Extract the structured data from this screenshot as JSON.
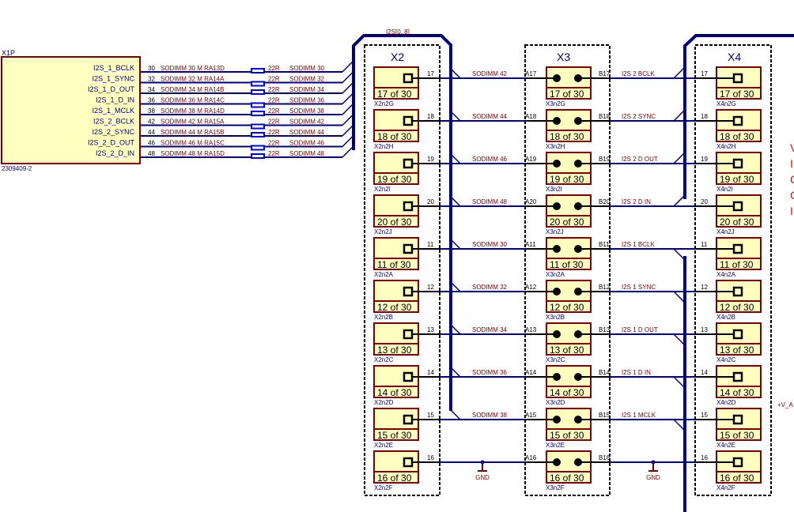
{
  "colors": {
    "wire": "#000080",
    "pin": "#000000",
    "body_fill": "#ffffc0",
    "body_stroke": "#800000",
    "net_label": "#800000",
    "designator": "#000080",
    "warning_text": "#ff0000"
  },
  "x1p": {
    "designator": "X1P",
    "part_number": "2309409-2",
    "pins": [
      {
        "name": "I2S_1_BCLK",
        "num": "30",
        "net": "SODIMM_30_M",
        "res": "RA13D",
        "res_value": "22R",
        "out_net": "SODIMM_30"
      },
      {
        "name": "I2S_1_SYNC",
        "num": "32",
        "net": "SODIMM_32_M",
        "res": "RA14A",
        "res_value": "22R",
        "out_net": "SODIMM_32"
      },
      {
        "name": "I2S_1_D_OUT",
        "num": "34",
        "net": "SODIMM_34_M",
        "res": "RA14B",
        "res_value": "22R",
        "out_net": "SODIMM_34"
      },
      {
        "name": "I2S_1_D_IN",
        "num": "36",
        "net": "SODIMM_36_M",
        "res": "RA14C",
        "res_value": "22R",
        "out_net": "SODIMM_36"
      },
      {
        "name": "I2S_1_MCLK",
        "num": "38",
        "net": "SODIMM_38_M",
        "res": "RA14D",
        "res_value": "22R",
        "out_net": "SODIMM_38"
      },
      {
        "name": "I2S_2_BCLK",
        "num": "42",
        "net": "SODIMM_42_M",
        "res": "RA15A",
        "res_value": "22R",
        "out_net": "SODIMM_42"
      },
      {
        "name": "I2S_2_SYNC",
        "num": "44",
        "net": "SODIMM_44_M",
        "res": "RA15B",
        "res_value": "22R",
        "out_net": "SODIMM_44"
      },
      {
        "name": "I2S_2_D_OUT",
        "num": "46",
        "net": "SODIMM_46_M",
        "res": "RA15C",
        "res_value": "22R",
        "out_net": "SODIMM_46"
      },
      {
        "name": "I2S_2_D_IN",
        "num": "48",
        "net": "SODIMM_48_M",
        "res": "RA15D",
        "res_value": "22R",
        "out_net": "SODIMM_48"
      }
    ]
  },
  "bus_label": "I2S[0..8]",
  "headers": {
    "x2": "X2",
    "x3": "X3",
    "x4": "X4"
  },
  "rows": [
    {
      "pin": "17",
      "of": "17 of 30",
      "x2_ref": "X2n2G",
      "x3_ref": "X3n2G",
      "x4_ref": "X4n2G",
      "left_net": "SODIMM_42",
      "a": "A17",
      "b": "B17",
      "right_net": "I2S_2_BCLK",
      "gnd": false
    },
    {
      "pin": "18",
      "of": "18 of 30",
      "x2_ref": "X2n2H",
      "x3_ref": "X3n2H",
      "x4_ref": "X4n2H",
      "left_net": "SODIMM_44",
      "a": "A18",
      "b": "B18",
      "right_net": "I2S_2_SYNC",
      "gnd": false
    },
    {
      "pin": "19",
      "of": "19 of 30",
      "x2_ref": "X2n2I",
      "x3_ref": "X3n2I",
      "x4_ref": "X4n2I",
      "left_net": "SODIMM_46",
      "a": "A19",
      "b": "B19",
      "right_net": "I2S_2_D_OUT",
      "gnd": false
    },
    {
      "pin": "20",
      "of": "20 of 30",
      "x2_ref": "X2n2J",
      "x3_ref": "X3n2J",
      "x4_ref": "X4n2J",
      "left_net": "SODIMM_48",
      "a": "A20",
      "b": "B20",
      "right_net": "I2S_2_D_IN",
      "gnd": false
    },
    {
      "pin": "11",
      "of": "11 of 30",
      "x2_ref": "X2n2A",
      "x3_ref": "X3n2A",
      "x4_ref": "X4n2A",
      "left_net": "SODIMM_30",
      "a": "A11",
      "b": "B11",
      "right_net": "I2S_1_BCLK",
      "gnd": false
    },
    {
      "pin": "12",
      "of": "12 of 30",
      "x2_ref": "X2n2B",
      "x3_ref": "X3n2B",
      "x4_ref": "X4n2B",
      "left_net": "SODIMM_32",
      "a": "A12",
      "b": "B12",
      "right_net": "I2S_1_SYNC",
      "gnd": false
    },
    {
      "pin": "13",
      "of": "13 of 30",
      "x2_ref": "X2n2C",
      "x3_ref": "X3n2C",
      "x4_ref": "X4n2C",
      "left_net": "SODIMM_34",
      "a": "A13",
      "b": "B13",
      "right_net": "I2S_1_D_OUT",
      "gnd": false
    },
    {
      "pin": "14",
      "of": "14 of 30",
      "x2_ref": "X2n2D",
      "x3_ref": "X3n2D",
      "x4_ref": "X4n2D",
      "left_net": "SODIMM_36",
      "a": "A14",
      "b": "B14",
      "right_net": "I2S_1_D_IN",
      "gnd": false
    },
    {
      "pin": "15",
      "of": "15 of 30",
      "x2_ref": "X2n2E",
      "x3_ref": "X3n2E",
      "x4_ref": "X4n2E",
      "left_net": "SODIMM_38",
      "a": "A15",
      "b": "B15",
      "right_net": "I2S_1_MCLK",
      "gnd": false
    },
    {
      "pin": "16",
      "of": "16 of 30",
      "x2_ref": "X2n2F",
      "x3_ref": "X3n2F",
      "x4_ref": "X4n2F",
      "left_net": "",
      "a": "A16",
      "b": "B16",
      "right_net": "",
      "gnd": true
    }
  ],
  "gnd_label": "GND",
  "power_label": "+V_A",
  "warning_fragments": [
    "V",
    "I",
    "C",
    "C",
    "I"
  ]
}
